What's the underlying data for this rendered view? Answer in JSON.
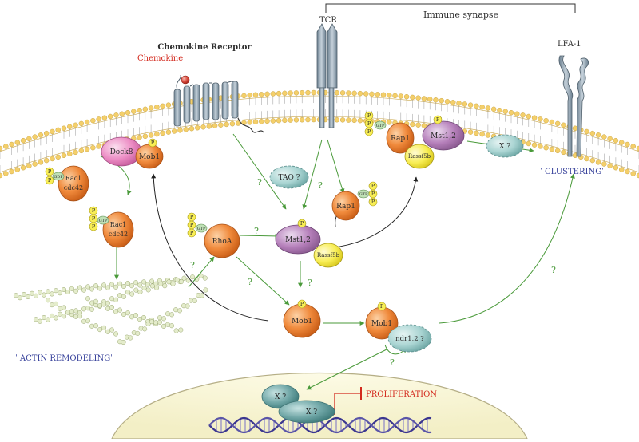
{
  "labels": {
    "immune_synapse": "Immune synapse",
    "tcr": "TCR",
    "lfa1": "LFA-1",
    "chemokine": "Chemokine",
    "chemokine_receptor": "Chemokine Receptor",
    "clustering": "ˈ CLUSTERINGˈ",
    "actin_remodeling": "ˈ ACTIN REMODELINGˈ",
    "proliferation": "PROLIFERATION"
  },
  "proteins": {
    "dock8": "Dock8",
    "mob1": "Mob1",
    "rac1": "Rac1",
    "cdc42": "cdc42",
    "rhoa": "RhoA",
    "mst12": "Mst1,2",
    "rassf5b": "Rassf5b",
    "rap1": "Rap1",
    "ndr12": "ndr1,2 ?",
    "tao": "TAO ?",
    "x_unknown": "X ?"
  },
  "modifiers": {
    "phospho": "P",
    "gdp": "GDP",
    "gtp": "GTP"
  },
  "question_mark": "?",
  "colors": {
    "label_text": "#2f2f2f",
    "chemokine": "#d32a1e",
    "outcome": "#36409a",
    "proliferation": "#d32a1e",
    "orange": "#f08a3c",
    "pink": "#ec8cc4",
    "purple": "#b57fba",
    "yellow": "#f8ee55",
    "teal": "#a9d4d2",
    "arrow_green": "#4a9a3a",
    "membrane_head": "#f4cf6a",
    "receptor": "#8b9dab"
  }
}
